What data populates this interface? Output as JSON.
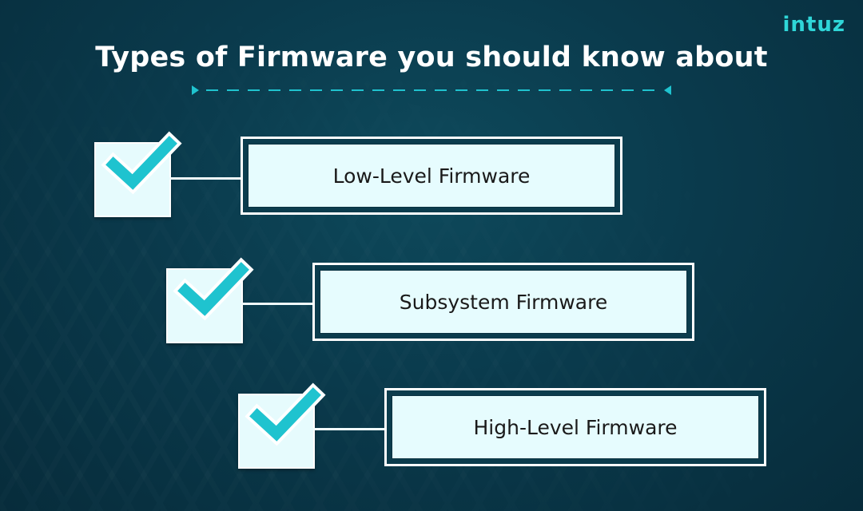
{
  "brand": {
    "logo_text": "intuz",
    "accent_color": "#2fd6d8",
    "logo_highlight_color": "#8a3fd0"
  },
  "header": {
    "title": "Types of Firmware you should know about"
  },
  "divider": {
    "color": "#1fc3cf",
    "icon_left": "triangle-right",
    "icon_right": "triangle-left"
  },
  "items": [
    {
      "label": "Low-Level Firmware",
      "icon": "checkmark-icon",
      "checked": true
    },
    {
      "label": "Subsystem Firmware",
      "icon": "checkmark-icon",
      "checked": true
    },
    {
      "label": "High-Level Firmware",
      "icon": "checkmark-icon",
      "checked": true
    }
  ],
  "colors": {
    "background": "#0a3a4c",
    "check": "#1fc3cf",
    "box_fill": "#e6fcfe",
    "text": "#1a1a1a"
  }
}
